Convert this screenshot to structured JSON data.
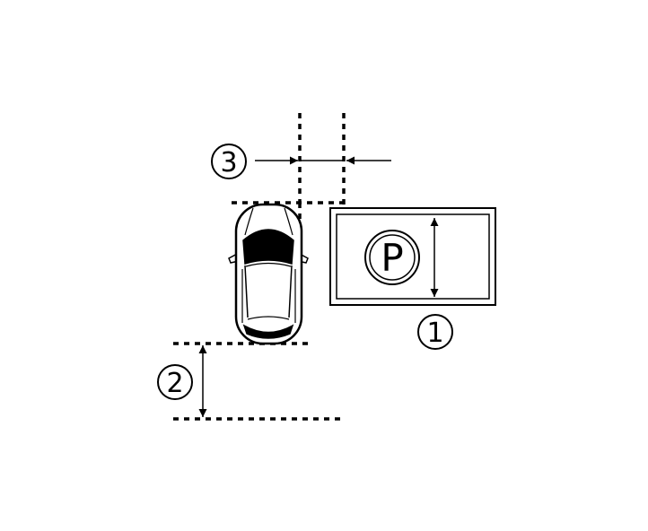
{
  "callouts": {
    "one": "1",
    "two": "2",
    "three": "3"
  },
  "parking_sign": {
    "letter": "P"
  },
  "colors": {
    "ink": "#000000",
    "background": "#ffffff"
  }
}
